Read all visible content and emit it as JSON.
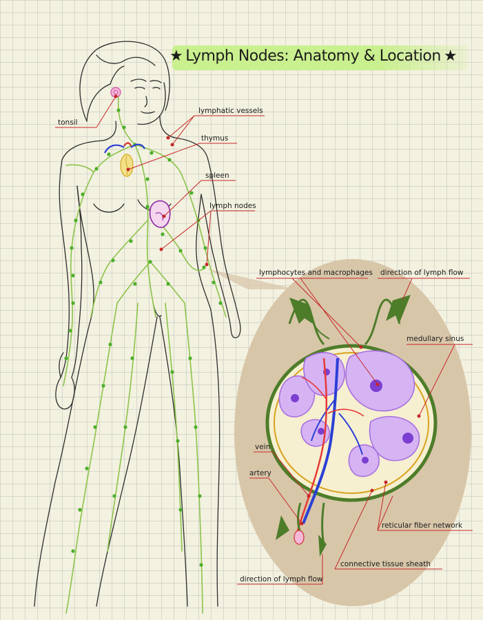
{
  "title": {
    "star_left": "★",
    "text": "Lymph Nodes: Anatomy & Location",
    "star_right": "★"
  },
  "labels": {
    "tonsil": "tonsil",
    "lymphatic_vessels": "lymphatic vessels",
    "thymus": "thymus",
    "spleen": "spleen",
    "lymph_nodes": "lymph nodes",
    "lymphocytes_macrophages": "lymphocytes and macrophages",
    "direction_flow_top": "direction of lymph flow",
    "medullary_sinus": "medullary sinus",
    "vein": "vein",
    "artery": "artery",
    "reticular_fiber_network": "reticular fiber network",
    "connective_tissue_sheath": "connective tissue sheath",
    "direction_flow_bottom": "direction of lymph flow"
  },
  "colors": {
    "paper": "#f3f1df",
    "highlight": "#c9ef8e",
    "lymph_green": "#8bc34a",
    "node_dot": "#4caf2a",
    "leader_red": "#c62828",
    "inset_bg": "#d6c4a8",
    "follicle_purple": "#a66fe0",
    "vein_blue": "#2a3fd6",
    "artery_red": "#e53935",
    "arrow_green": "#4e7d2a"
  }
}
